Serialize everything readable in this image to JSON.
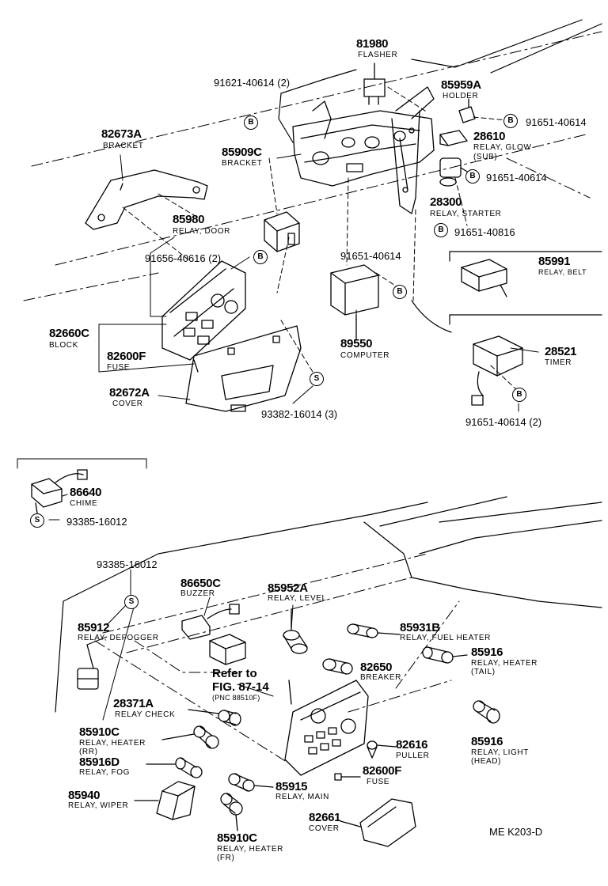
{
  "parts": {
    "p81980": {
      "num": "81980",
      "name": "FLASHER"
    },
    "p85959a": {
      "num": "85959A",
      "name": "HOLDER"
    },
    "p28610": {
      "num": "28610",
      "name1": "RELAY, GLOW",
      "name2": "(SUB)"
    },
    "p82673a": {
      "num": "82673A",
      "name": "BRACKET"
    },
    "p85909c": {
      "num": "85909C",
      "name": "BRACKET"
    },
    "p28300": {
      "num": "28300",
      "name": "RELAY, STARTER"
    },
    "p85980": {
      "num": "85980",
      "name": "RELAY, DOOR"
    },
    "p85991": {
      "num": "85991",
      "name": "RELAY, BELT"
    },
    "p82660c": {
      "num": "82660C",
      "name": "BLOCK"
    },
    "p82600f_top": {
      "num": "82600F",
      "name": "FUSE"
    },
    "p89550": {
      "num": "89550",
      "name": "COMPUTER"
    },
    "p28521": {
      "num": "28521",
      "name": "TIMER"
    },
    "p82672a": {
      "num": "82672A",
      "name": "COVER"
    },
    "p86640": {
      "num": "86640",
      "name": "CHIME"
    },
    "p86650c": {
      "num": "86650C",
      "name": "BUZZER"
    },
    "p85952a": {
      "num": "85952A",
      "name": "RELAY, LEVEL"
    },
    "p85912": {
      "num": "85912",
      "name": "RELAY, DEFOGGER"
    },
    "p85931b": {
      "num": "85931B",
      "name": "RELAY, FUEL HEATER"
    },
    "p85916_tail": {
      "num": "85916",
      "name1": "RELAY, HEATER",
      "name2": "(TAIL)"
    },
    "p82650": {
      "num": "82650",
      "name": "BREAKER"
    },
    "p28371a": {
      "num": "28371A",
      "name": "RELAY CHECK"
    },
    "p85910c_rr": {
      "num": "85910C",
      "name1": "RELAY, HEATER",
      "name2": "(RR)"
    },
    "p85916d": {
      "num": "85916D",
      "name": "RELAY, FOG"
    },
    "p82616": {
      "num": "82616",
      "name": "PULLER"
    },
    "p85916_head": {
      "num": "85916",
      "name1": "RELAY, LIGHT",
      "name2": "(HEAD)"
    },
    "p82600f_bot": {
      "num": "82600F",
      "name": "FUSE"
    },
    "p85940": {
      "num": "85940",
      "name": "RELAY, WIPER"
    },
    "p85915": {
      "num": "85915",
      "name": "RELAY, MAIN"
    },
    "p82661": {
      "num": "82661",
      "name": "COVER"
    },
    "p85910c_fr": {
      "num": "85910C",
      "name1": "RELAY, HEATER",
      "name2": "(FR)"
    }
  },
  "bolts": {
    "b1": "91621-40614 (2)",
    "b2": "91651-40614",
    "b3": "91651-40614",
    "b4": "91651-40816",
    "b5": "91656-40616 (2)",
    "b6": "91651-40614",
    "b7": "91651-40614 (2)",
    "s1": "93382-16014 (3)",
    "s2": "93385-16012",
    "s3": "93385-16012"
  },
  "markers": {
    "bolt": "B",
    "screw": "S"
  },
  "refer": {
    "line1": "Refer to",
    "line2": "FIG. 87-14",
    "line3": "(PNC 88510F)"
  },
  "code": "ME  K203-D"
}
